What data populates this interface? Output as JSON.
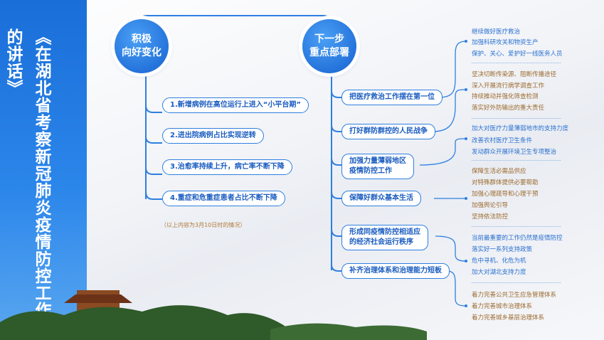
{
  "title": "《在湖北省考察新冠肺炎疫情防控工作时的讲话》",
  "circles": {
    "left": [
      "积极",
      "向好变化"
    ],
    "right": [
      "下一步",
      "重点部署"
    ]
  },
  "left_items": [
    "1.新增病例在高位运行上进入“小平台期”",
    "2.进出院病例占比实现逆转",
    "3.治愈率持续上升，病亡率不断下降",
    "4.重症和危重症患者占比不断下降"
  ],
  "note": "（以上内容为3月10日时的情况）",
  "right_items": [
    {
      "label": [
        "把医疗救治工作摆在第一位"
      ],
      "details": [
        "继续做好医疗救治",
        "加强科研攻关和物资生产",
        "保护、关心、爱护好一线医务人员"
      ]
    },
    {
      "label": [
        "打好群防群控的人民战争"
      ],
      "details": [
        "坚决切断传染源、阻断传播途径",
        "深入开展流行病学调查工作",
        "持续推动并强化筛查检测",
        "落实好外防输出的重大责任"
      ]
    },
    {
      "label": [
        "加强力量薄弱地区",
        "疫情防控工作"
      ],
      "details": [
        "加大对医疗力量薄弱地市的支持力度",
        "改善农村医疗卫生条件",
        "发动群众开展环境卫生专项整治"
      ]
    },
    {
      "label": [
        "保障好群众基本生活"
      ],
      "details": [
        "保障生活必需品供应",
        "对特殊群体提供必要帮助",
        "加强心理疏导和心理干预",
        "加强舆论引导",
        "坚持依法防控"
      ]
    },
    {
      "label": [
        "形成同疫情防控相适应",
        "的经济社会运行秩序"
      ],
      "details": [
        "当前最重要的工作仍然是疫情防控",
        "落实好一系列支持政策",
        "危中寻机、化危为机",
        "加大对湖北支持力度"
      ]
    },
    {
      "label": [
        "补齐治理体系和治理能力短板"
      ],
      "details": [
        "着力完善公共卫生应急管理体系",
        "着力完善城市治理体系",
        "着力完善城乡基层治理体系"
      ]
    }
  ],
  "colors": {
    "accent": "#2f7fe0",
    "detail_blue": "#2a70d0",
    "detail_brown": "#9c6a2e"
  }
}
